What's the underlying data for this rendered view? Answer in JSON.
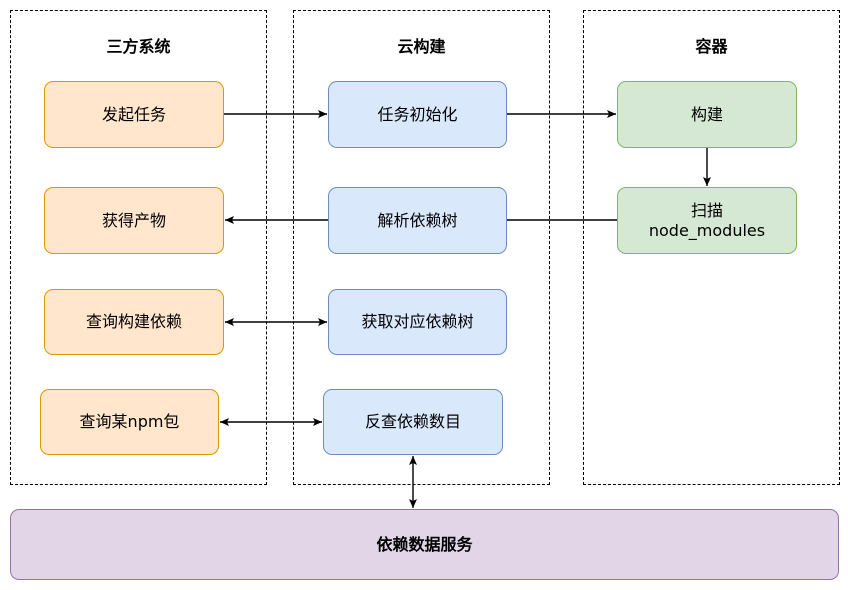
{
  "lanes": {
    "third_party": {
      "title": "三方系统"
    },
    "cloud_build": {
      "title": "云构建"
    },
    "container": {
      "title": "容器"
    }
  },
  "nodes": {
    "initiate_task": "发起任务",
    "get_artifacts": "获得产物",
    "query_build_deps": "查询构建依赖",
    "query_npm_pkg": "查询某npm包",
    "task_init": "任务初始化",
    "parse_dep_tree": "解析依赖树",
    "get_dep_tree": "获取对应依赖树",
    "reverse_dep_count": "反查依赖数目",
    "build": "构建",
    "scan_line1": "扫描",
    "scan_line2": "node_modules",
    "dep_data_service": "依赖数据服务"
  },
  "colors": {
    "third_party_fill": "#ffe6cc",
    "third_party_stroke": "#d79b00",
    "cloud_build_fill": "#dae8fc",
    "cloud_build_stroke": "#6c8ebf",
    "container_fill": "#d5e8d4",
    "container_stroke": "#82b366",
    "service_fill": "#e1d5e7",
    "service_stroke": "#9673a6"
  }
}
